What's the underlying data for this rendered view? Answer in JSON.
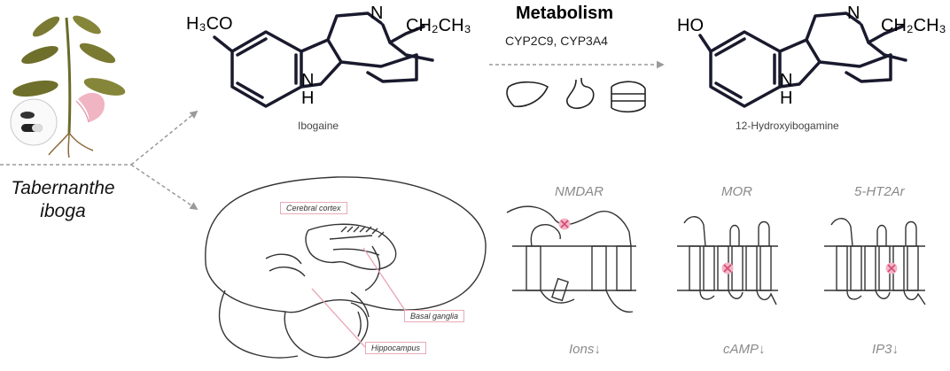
{
  "plant": {
    "name_line1": "Tabernanthe",
    "name_line2": "iboga"
  },
  "metabolism": {
    "title": "Metabolism",
    "enzymes": "CYP2C9, CYP3A4"
  },
  "ibogaine": {
    "name": "Ibogaine",
    "substituent": "H₃CO",
    "ethyl": "CH₂CH₃",
    "n_label": "N",
    "nh_label": "N",
    "h_label": "H"
  },
  "hydroxy": {
    "name": "12-Hydroxyibogamine",
    "substituent": "HO",
    "ethyl": "CH₂CH₃",
    "n_label": "N",
    "nh_label": "N",
    "h_label": "H"
  },
  "brain": {
    "cortex": "Cerebral cortex",
    "basal": "Basal ganglia",
    "hippo": "Hippocampus"
  },
  "receptors": [
    {
      "name": "NMDAR",
      "effect": "Ions↓"
    },
    {
      "name": "MOR",
      "effect": "cAMP↓"
    },
    {
      "name": "5-HT2Ar",
      "effect": "IP3↓"
    }
  ],
  "colors": {
    "molecule": "#1a1a2e",
    "pink": "#e8aab8",
    "marker": "#e97fa0",
    "leaf": "#7a7a33"
  }
}
